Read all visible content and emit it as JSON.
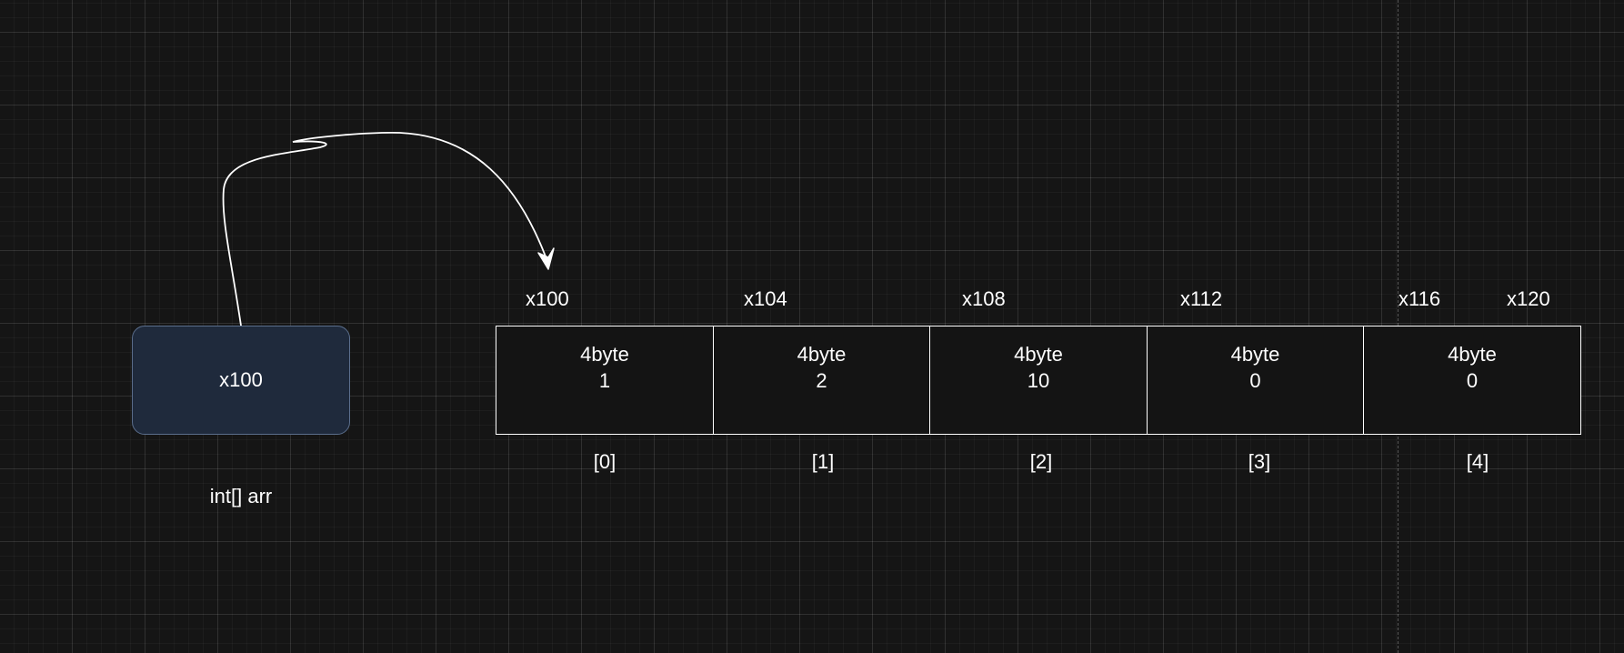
{
  "pointer": {
    "value": "x100",
    "variable_label": "int[] arr"
  },
  "addresses": [
    "x100",
    "x104",
    "x108",
    "x112",
    "x116",
    "x120"
  ],
  "cells": [
    {
      "size": "4byte",
      "value": "1",
      "index": "[0]"
    },
    {
      "size": "4byte",
      "value": "2",
      "index": "[1]"
    },
    {
      "size": "4byte",
      "value": "10",
      "index": "[2]"
    },
    {
      "size": "4byte",
      "value": "0",
      "index": "[3]"
    },
    {
      "size": "4byte",
      "value": "0",
      "index": "[4]"
    }
  ],
  "colors": {
    "background": "#151515",
    "pointer_fill": "#1f2a3c",
    "pointer_border": "#5b6e8c",
    "stroke": "#ffffff"
  }
}
